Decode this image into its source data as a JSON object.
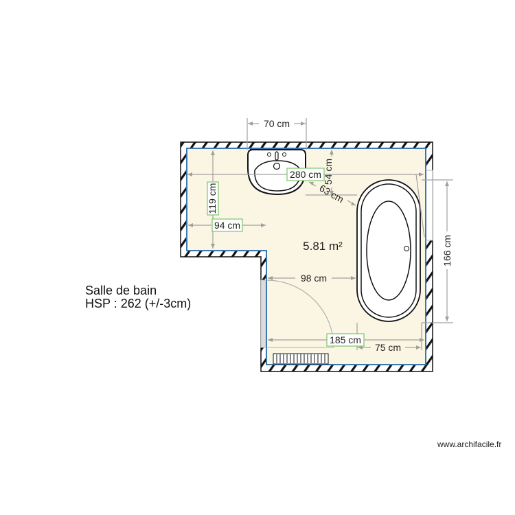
{
  "room": {
    "name": "Salle de bain",
    "hsp": "HSP : 262 (+/-3cm)",
    "area": "5.81 m²"
  },
  "dimensions": {
    "sink_width": "70 cm",
    "room_length": "280 cm",
    "sink_to_tub_vertical": "54 cm",
    "sink_to_tub_diagonal": "63 cm",
    "left_alcove_height": "119 cm",
    "left_alcove_width": "94 cm",
    "door_to_tub": "98 cm",
    "lower_width": "185 cm",
    "tub_to_wall_bottom": "75 cm",
    "tub_length": "166 cm"
  },
  "fixtures": [
    "sink-washbasin",
    "bathtub-oval",
    "door-swing",
    "radiator",
    "window-right-wall"
  ],
  "footer": {
    "watermark": "www.archifacile.fr"
  },
  "colors": {
    "floor": "#faf6e3",
    "inner_wall_line": "#3a78b0",
    "dimension_line": "#a0a0a0",
    "label_box": "#7cc46a"
  }
}
